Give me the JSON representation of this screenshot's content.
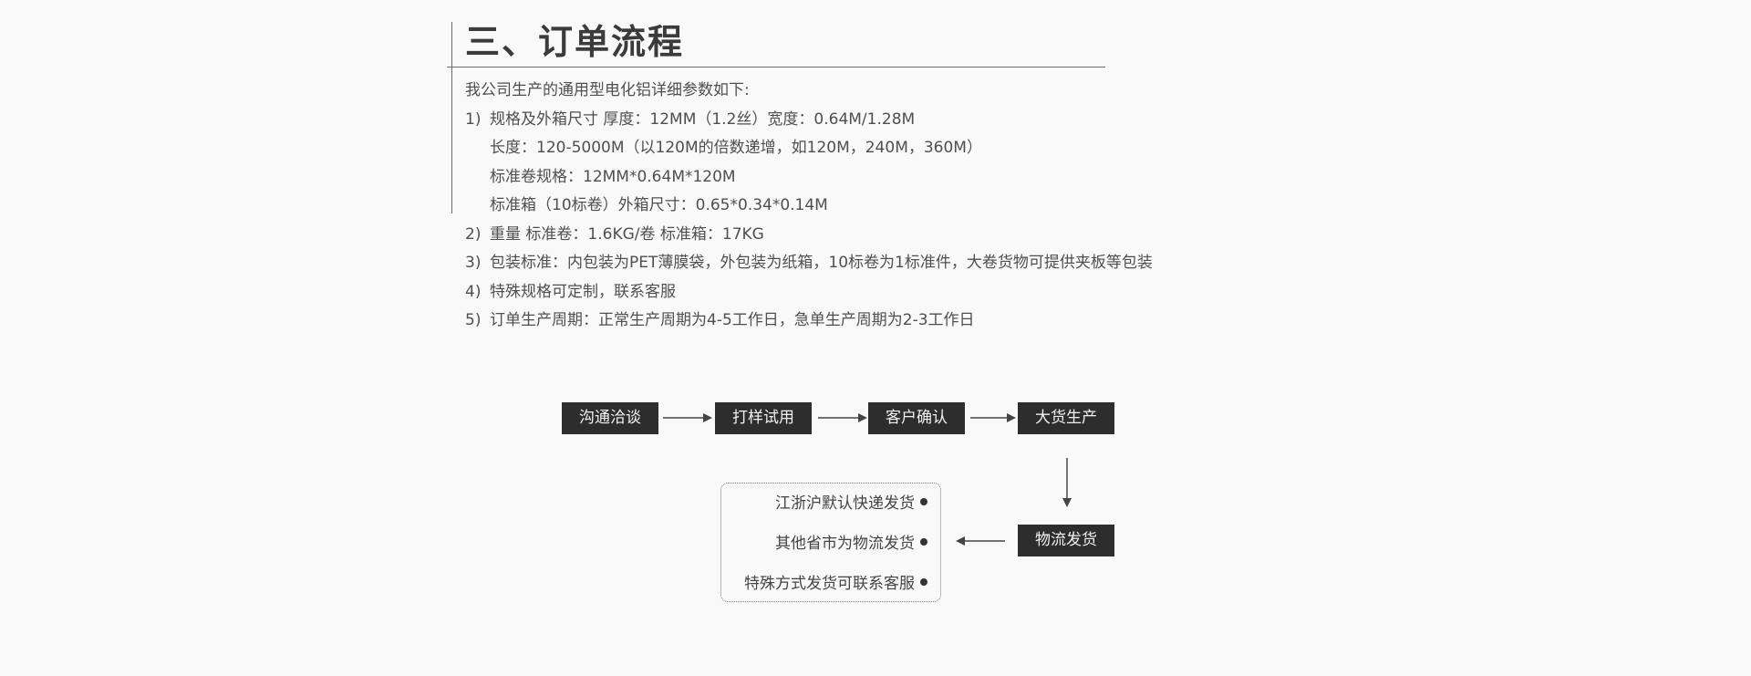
{
  "heading": "三、订单流程",
  "intro": "我公司生产的通用型电化铝详细参数如下:",
  "items": [
    {
      "num": "1)",
      "text": "规格及外箱尺寸  厚度：12MM（1.2丝）宽度：0.64M/1.28M"
    },
    {
      "num": "",
      "text": "长度：120-5000M（以120M的倍数递增，如120M，240M，360M）"
    },
    {
      "num": "",
      "text": "标准卷规格：12MM*0.64M*120M"
    },
    {
      "num": "",
      "text": "标准箱（10标卷）外箱尺寸：0.65*0.34*0.14M"
    },
    {
      "num": "2)",
      "text": "重量  标准卷：1.6KG/卷  标准箱：17KG"
    },
    {
      "num": "3)",
      "text": "包装标准：内包装为PET薄膜袋，外包装为纸箱，10标卷为1标准件，大卷货物可提供夹板等包装"
    },
    {
      "num": "4)",
      "text": "特殊规格可定制，联系客服"
    },
    {
      "num": "5)",
      "text": "订单生产周期：正常生产周期为4-5工作日，急单生产周期为2-3工作日"
    }
  ],
  "flow": {
    "steps": [
      "沟通洽谈",
      "打样试用",
      "客户确认",
      "大货生产",
      "物流发货"
    ],
    "shipping_options": [
      "江浙沪默认快递发货",
      "其他省市为物流发货",
      "特殊方式发货可联系客服"
    ]
  }
}
